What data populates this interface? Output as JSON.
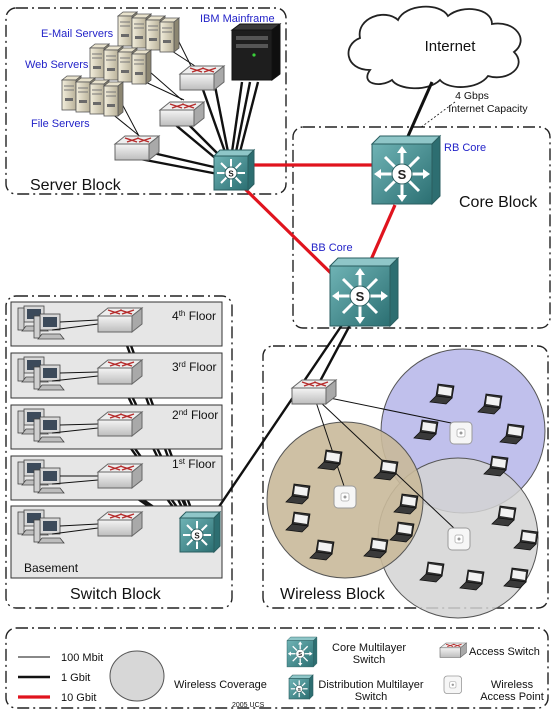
{
  "server_block": {
    "title": "Server Block",
    "email_servers": "E-Mail Servers",
    "web_servers": "Web Servers",
    "file_servers": "File Servers",
    "mainframe": "IBM Mainframe"
  },
  "core_block": {
    "title": "Core Block",
    "rb_core": "RB Core",
    "bb_core": "BB Core"
  },
  "internet": {
    "label": "Internet",
    "capacity_line1": "4 Gbps",
    "capacity_line2": "Internet Capacity"
  },
  "switch_block": {
    "title": "Switch Block",
    "floors": [
      {
        "num": "4",
        "sup": "th",
        "word": "Floor"
      },
      {
        "num": "3",
        "sup": "rd",
        "word": "Floor"
      },
      {
        "num": "2",
        "sup": "nd",
        "word": "Floor"
      },
      {
        "num": "1",
        "sup": "st",
        "word": "Floor"
      }
    ],
    "basement": "Basement"
  },
  "wireless_block": {
    "title": "Wireless Block"
  },
  "legend": {
    "mbit": "100 Mbit",
    "gbit1": "1 Gbit",
    "gbit10": "10 Gbit",
    "coverage": "Wireless Coverage",
    "core_line1": "Core Multilayer",
    "core_line2": "Switch",
    "dist_line1": "Distribution Multilayer",
    "dist_line2": "Switch",
    "access": "Access Switch",
    "ap_line1": "Wireless",
    "ap_line2": "Access Point",
    "credit": "2005 UCS"
  },
  "colors": {
    "link_10g": "#e0141e",
    "label_blue": "#2323c8",
    "switch_teal": "#3a8a8c",
    "cell_tan": "#c9b99a",
    "cell_blue": "#b9b9ea",
    "cell_gray": "#d4d4d4"
  }
}
